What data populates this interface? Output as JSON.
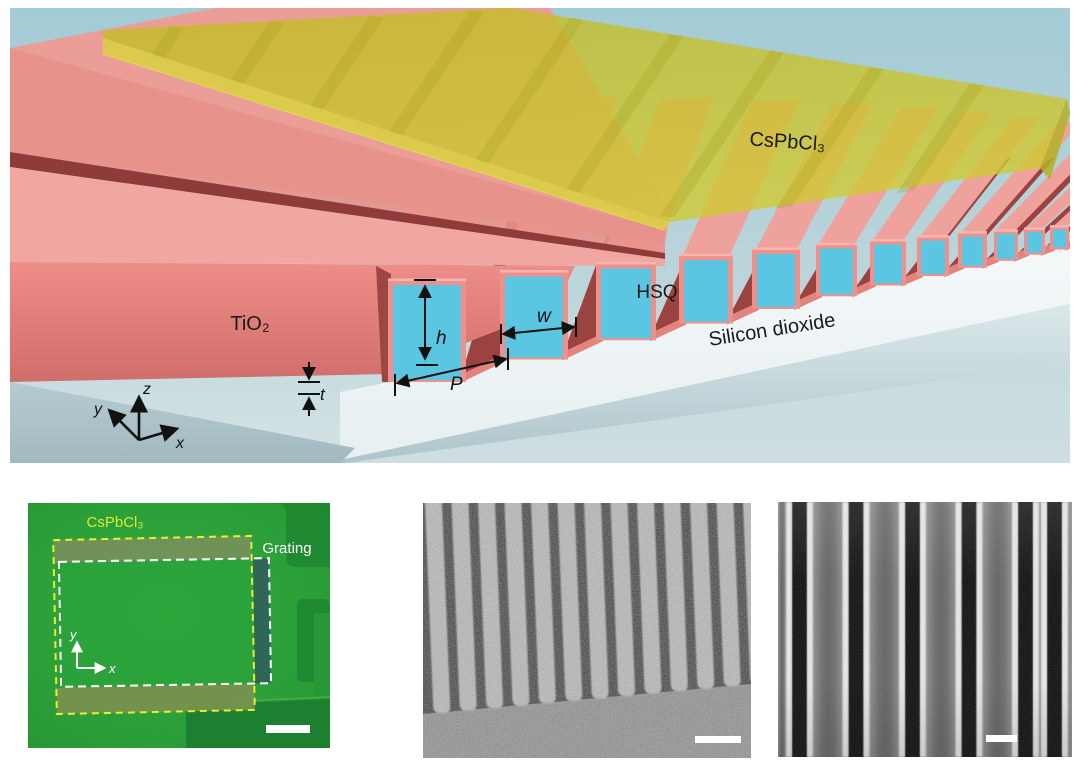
{
  "schematic": {
    "labels": {
      "film": "CsPbCl₃",
      "tio2": "TiO₂",
      "hsq": "HSQ",
      "substrate": "Silicon dioxide"
    },
    "dimensions": {
      "height": "h",
      "width": "w",
      "period": "P",
      "thickness": "t"
    },
    "axes": {
      "x": "x",
      "y": "y",
      "z": "z"
    }
  },
  "optical_image": {
    "labels": {
      "film": "CsPbCl₃",
      "grating": "Grating"
    },
    "axes": {
      "x": "x",
      "y": "y"
    }
  },
  "colors": {
    "film_yellow": "#c9c32d",
    "tio2_pink": "#ee918c",
    "tio2_top": "#efa29c",
    "hsq_cyan": "#5bc6e2",
    "substrate_white": "#eef4f6",
    "groove_maroon": "#9a4340",
    "background_sky": "#a5ccd7",
    "optical_green": "#2aa33c",
    "dash_yellow": "#e8ef2e",
    "dash_white": "#ffffff"
  }
}
